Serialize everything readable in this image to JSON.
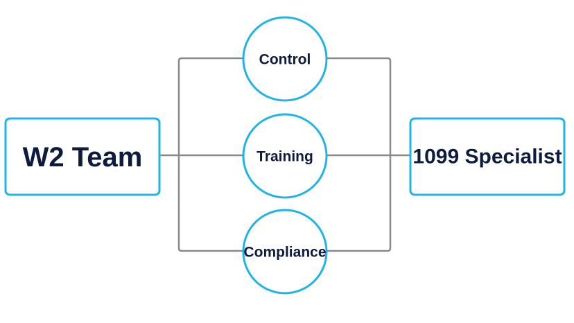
{
  "diagram": {
    "left_node": {
      "label": "W2 Team"
    },
    "right_node": {
      "label": "1099 Specialist"
    },
    "middle_nodes": [
      {
        "label": "Control"
      },
      {
        "label": "Training"
      },
      {
        "label": "Compliance"
      }
    ],
    "colors": {
      "node_border": "#1fb4e8",
      "connector": "#8a8a8a",
      "text": "#0d1b3e"
    }
  }
}
